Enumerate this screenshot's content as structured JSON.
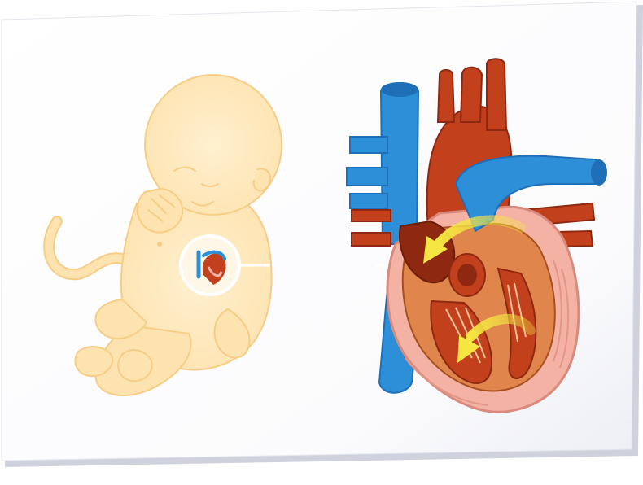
{
  "colors": {
    "background": "#ffffff",
    "card": "#ffffff",
    "card_edge": "#d4d6e0",
    "fetus_fill": "#fde3b0",
    "fetus_outline": "#f7cd86",
    "vein_blue": "#2c8fd8",
    "vein_blue_dark": "#1f6fb8",
    "artery_red": "#c2401c",
    "artery_red_dark": "#8e2810",
    "muscle_orange": "#e0864c",
    "wall_pink": "#f3b2a4",
    "wall_pink_dark": "#d98a7c",
    "flow_arrow": "#f5e642",
    "callout_line": "#ffffff"
  },
  "icons": {
    "fetus": "fetus-illustration",
    "inset": "heart-inset-circle",
    "heart": "heart-cross-section",
    "arrows": "blood-flow-arrow"
  }
}
